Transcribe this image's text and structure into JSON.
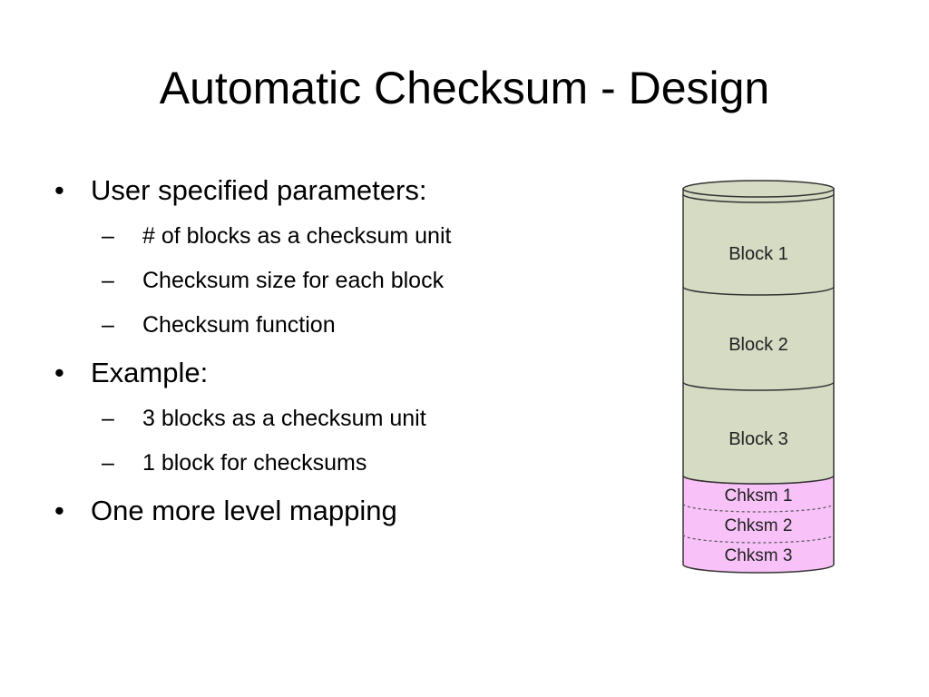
{
  "slide": {
    "title": "Automatic Checksum - Design",
    "bullets": [
      {
        "text": "User specified parameters:",
        "subitems": [
          "# of blocks as a checksum unit",
          "Checksum size for each block",
          "Checksum function"
        ]
      },
      {
        "text": "Example:",
        "subitems": [
          "3 blocks as a checksum unit",
          "1 block for checksums"
        ]
      },
      {
        "text": "One more level mapping",
        "subitems": []
      }
    ],
    "bullet_marker": "•",
    "sub_marker": "–"
  },
  "diagram": {
    "blocks": [
      "Block 1",
      "Block 2",
      "Block 3"
    ],
    "checksums": [
      "Chksm 1",
      "Chksm 2",
      "Chksm 3"
    ],
    "colors": {
      "block_fill": "#d6dbc4",
      "checksum_fill": "#f8c1f8",
      "outline": "#333333"
    }
  }
}
